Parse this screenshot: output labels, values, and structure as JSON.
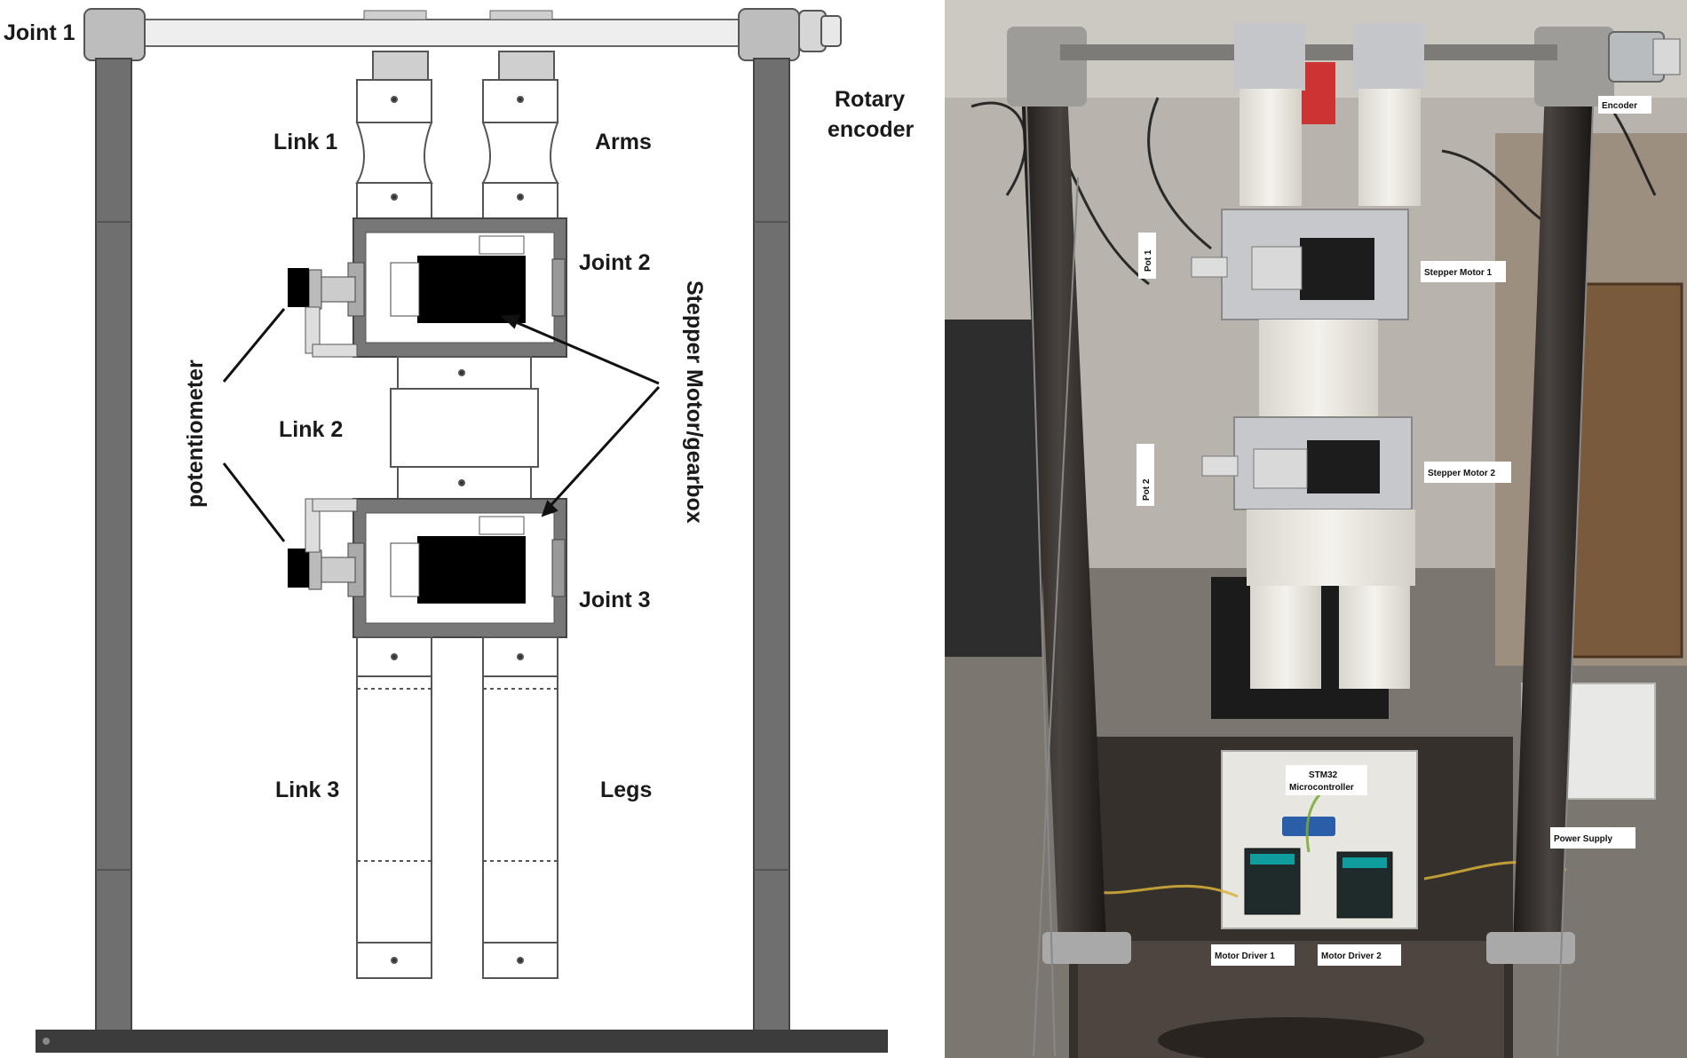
{
  "diagram": {
    "labels": {
      "joint1": "Joint 1",
      "rotary_encoder_line1": "Rotary",
      "rotary_encoder_line2": "encoder",
      "link1": "Link 1",
      "arms": "Arms",
      "joint2": "Joint 2",
      "link2": "Link 2",
      "joint3": "Joint 3",
      "link3": "Link 3",
      "legs": "Legs",
      "potentiometer": "potentiometer",
      "stepper": "Stepper Motor/gearbox"
    },
    "colors": {
      "frame": "#6f6f6f",
      "frame_dark": "#555555",
      "bar": "#eeeeee",
      "motor": "#000000",
      "base": "#3c3c3c",
      "outline": "#555555"
    }
  },
  "photo": {
    "labels": {
      "encoder": "Encoder",
      "pot1": "Pot 1",
      "stepper1": "Stepper Motor 1",
      "pot2": "Pot 2",
      "stepper2": "Stepper Motor 2",
      "stm32_line1": "STM32",
      "stm32_line2": "Microcontroller",
      "power_supply": "Power Supply",
      "driver1": "Motor Driver 1",
      "driver2": "Motor Driver 2"
    },
    "colors": {
      "wall": "#b8b4ad",
      "floor": "#7c7670",
      "pole": "#2e2a27",
      "white_part": "#efede6",
      "aluminium": "#c6c8cb",
      "motor": "#1c1c1c",
      "board": "#e8e6e0",
      "table": "#35302b",
      "label_bg": "#ffffff"
    }
  }
}
